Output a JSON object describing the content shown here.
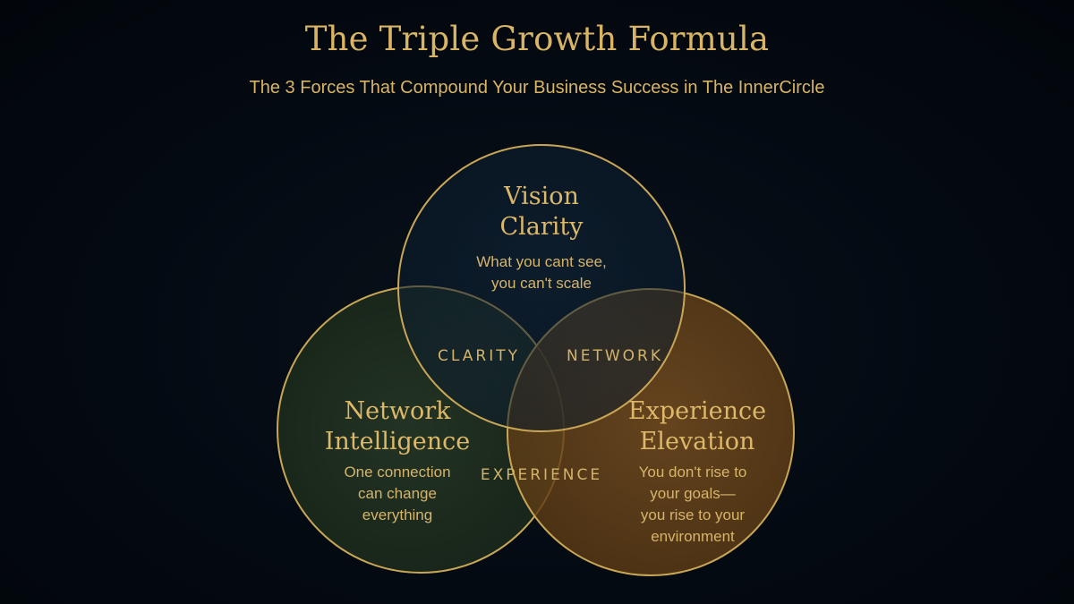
{
  "title": "The Triple Growth Formula",
  "subtitle": "The 3 Forces That Compound Your Business Success in The InnerCircle",
  "colors": {
    "background": "#03080f",
    "gold": "#d8b464",
    "circle_stroke": "#c9a656",
    "vision_fill": "#0e2235",
    "network_fill": "#1c2a1e",
    "experience_fill": "#6b4519"
  },
  "circles": {
    "vision": {
      "heading_line1": "Vision",
      "heading_line2": "Clarity",
      "desc_line1": "What you cant see,",
      "desc_line2": "you can't scale"
    },
    "network": {
      "heading_line1": "Network",
      "heading_line2": "Intelligence",
      "desc_line1": "One connection",
      "desc_line2": "can change",
      "desc_line3": "everything"
    },
    "experience": {
      "heading_line1": "Experience",
      "heading_line2": "Elevation",
      "desc_line1": "You don't rise to",
      "desc_line2": "your goals—",
      "desc_line3": "you rise to your",
      "desc_line4": "environment"
    }
  },
  "overlaps": {
    "vision_network": "CLARITY",
    "vision_experience": "NETWORK",
    "network_experience": "EXPERIENCE"
  }
}
